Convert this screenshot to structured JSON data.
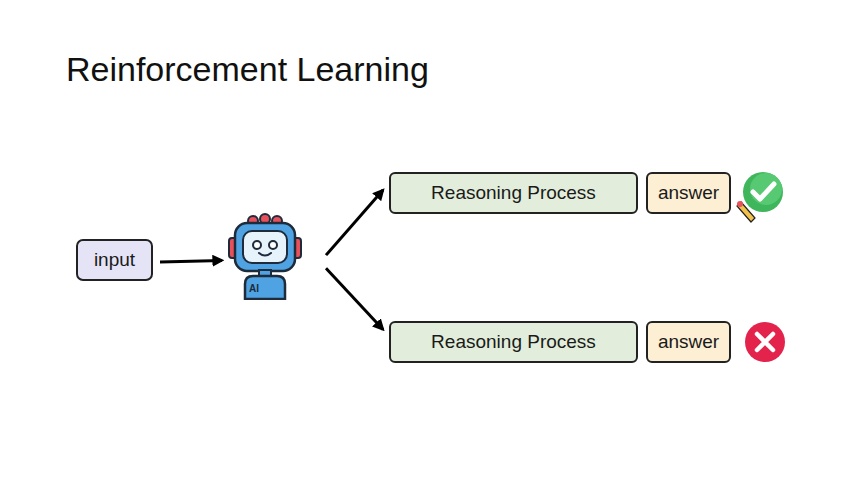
{
  "diagram": {
    "title": "Reinforcement Learning",
    "nodes": [
      {
        "text": [
          "input"
        ]
      },
      {
        "text": [
          "AI"
        ]
      },
      {
        "text": [
          "Reasoning Process"
        ]
      },
      {
        "text": [
          "answer"
        ]
      },
      {
        "text": [
          "Reasoning Process"
        ]
      },
      {
        "text": [
          "answer"
        ]
      }
    ],
    "edges": [
      {
        "from": 0,
        "to": 1,
        "arrow": "to"
      },
      {
        "from": 1,
        "to": 2,
        "arrow": "to"
      },
      {
        "from": 1,
        "to": 4,
        "arrow": "to"
      }
    ]
  }
}
